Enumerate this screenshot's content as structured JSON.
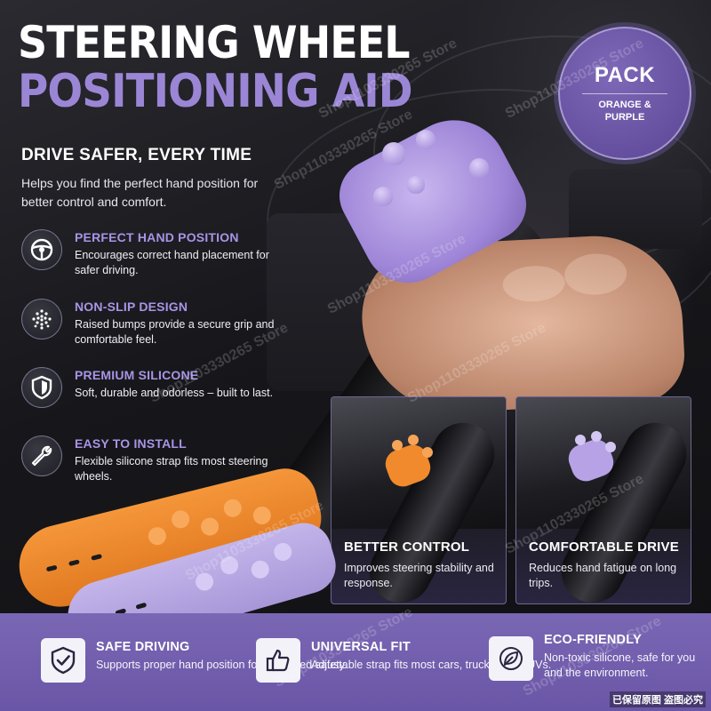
{
  "headline": {
    "line1": "STEERING WHEEL",
    "line2": "POSITIONING AID"
  },
  "badge": {
    "title": "PACK",
    "subtitle": "ORANGE & PURPLE"
  },
  "tagline": {
    "heading": "DRIVE SAFER, EVERY TIME",
    "text": "Helps you find the perfect hand position for better control and comfort."
  },
  "features": [
    {
      "icon": "steering-wheel-icon",
      "title": "PERFECT HAND POSITION",
      "text": "Encourages correct hand placement for safer driving."
    },
    {
      "icon": "dots-grip-icon",
      "title": "NON-SLIP DESIGN",
      "text": "Raised bumps provide a secure grip and comfortable feel."
    },
    {
      "icon": "shield-icon",
      "title": "PREMIUM SILICONE",
      "text": "Soft, durable and odorless – built to last."
    },
    {
      "icon": "wrench-icon",
      "title": "EASY TO INSTALL",
      "text": "Flexible silicone strap fits most steering wheels."
    }
  ],
  "panels": [
    {
      "title": "BETTER CONTROL",
      "text": "Improves steering stability and response.",
      "grip_color": "#f08a2c"
    },
    {
      "title": "COMFORTABLE DRIVE",
      "text": "Reduces hand fatigue on long trips.",
      "grip_color": "#b7a2e6"
    }
  ],
  "bottom": [
    {
      "icon": "shield-check-icon",
      "title": "SAFE DRIVING",
      "text": "Supports proper hand position for increased safety."
    },
    {
      "icon": "thumbs-up-icon",
      "title": "UNIVERSAL FIT",
      "text": "Adjustable strap fits most cars, trucks and SUVs."
    },
    {
      "icon": "leaf-icon",
      "title": "ECO-FRIENDLY",
      "text": "Non-toxic silicone, safe for you and the environment."
    }
  ],
  "colors": {
    "accent_purple": "#9b86d6",
    "bottom_bar": "#7a67b4",
    "strap_orange": "#f08a2c",
    "strap_purple": "#b7a8e2"
  },
  "watermark": "Shop1103330265 Store",
  "corner_note": "已保留原图 盗图必究"
}
